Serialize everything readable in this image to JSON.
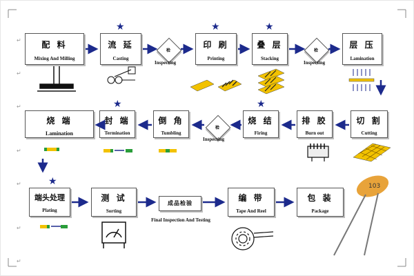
{
  "steps": {
    "mixing": {
      "zh": "配 料",
      "en": "Mixing And Milling"
    },
    "casting": {
      "zh": "流 延",
      "en": "Casting"
    },
    "printing": {
      "zh": "印 刷",
      "en": "Printing"
    },
    "stacking": {
      "zh": "叠 层",
      "en": "Stacking"
    },
    "lamination1": {
      "zh": "层 压",
      "en": "Lamination"
    },
    "cutting": {
      "zh": "切 割",
      "en": "Cutting"
    },
    "burnout": {
      "zh": "排 胶",
      "en": "Burn out"
    },
    "firing": {
      "zh": "烧 结",
      "en": "Firing"
    },
    "tumbling": {
      "zh": "倒 角",
      "en": "Tumbling"
    },
    "termination": {
      "zh": "封 端",
      "en": "Termination"
    },
    "lamination2": {
      "zh": "烧 端",
      "en": "Lamination"
    },
    "plating": {
      "zh": "端头处理",
      "en": "Plating"
    },
    "sorting": {
      "zh": "测 试",
      "en": "Sorting"
    },
    "final": {
      "zh": "成品检验",
      "en": "Final Inspection And Testing"
    },
    "tape": {
      "zh": "编 带",
      "en": "Tape And Reel"
    },
    "package": {
      "zh": "包 装",
      "en": "Package"
    }
  },
  "inspection": {
    "char": "检",
    "label": "Inspecting"
  },
  "star_symbol": "★",
  "paragraph_mark": "↵",
  "capacitor_label": "103",
  "colors": {
    "arrow": "#1c2a8c",
    "star": "#1c2a8c",
    "chip_yellow": "#f2c200",
    "chip_green": "#2a9d3a",
    "capacitor": "#e8a33a",
    "cutting_arrow": "#1f4fd1"
  }
}
